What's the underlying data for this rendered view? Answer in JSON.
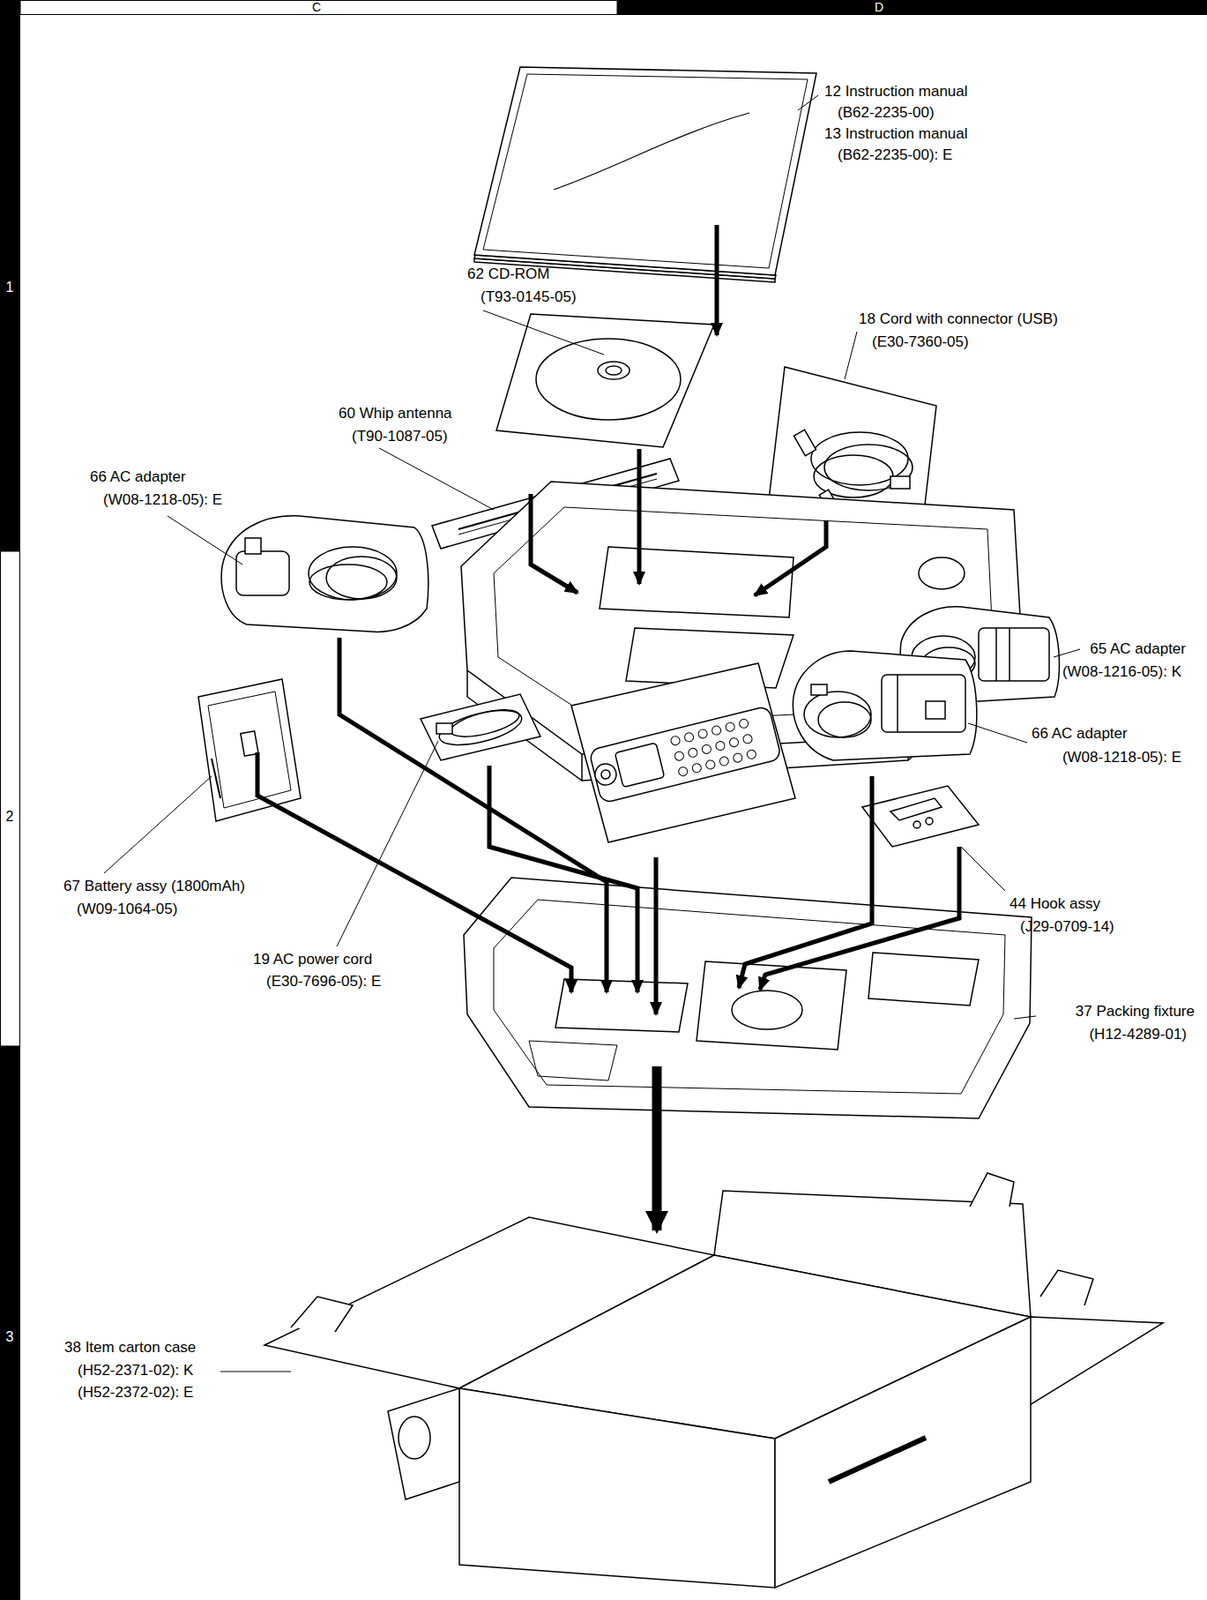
{
  "diagram": {
    "labels": [
      "C",
      "D",
      "1",
      "2",
      "3",
      "12 Instruction manual",
      "(B62-2235-00)",
      "13 Instruction manual",
      "(B62-2235-00): E",
      "62 CD-ROM",
      "(T93-0145-05)",
      "18 Cord with connector (USB)",
      "(E30-7360-05)",
      "60 Whip antenna",
      "(T90-1087-05)",
      "66 AC adapter",
      "(W08-1218-05): E",
      "65 AC adapter",
      "(W08-1216-05): K",
      "66 AC adapter",
      "(W08-1218-05): E",
      "67 Battery assy (1800mAh)",
      "(W09-1064-05)",
      "19 AC power cord",
      "(E30-7696-05): E",
      "44 Hook assy",
      "(J29-0709-14)",
      "37 Packing fixture",
      "(H12-4289-01)",
      "38 Item carton case",
      "(H52-2371-02): K",
      "(H52-2372-02): E"
    ]
  }
}
